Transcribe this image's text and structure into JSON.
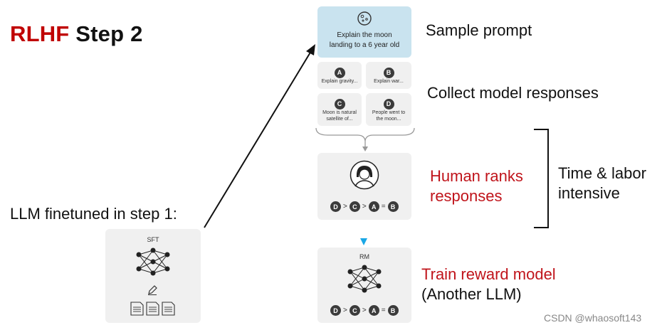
{
  "title": {
    "part1": "RLHF",
    "part2": "Step 2"
  },
  "labels": {
    "sample_prompt": "Sample prompt",
    "collect_responses": "Collect model responses",
    "human_ranks_line1": "Human ranks",
    "human_ranks_line2": "responses",
    "time_labor_line1": "Time & labor",
    "time_labor_line2": "intensive",
    "train_reward_line1": "Train reward model",
    "train_reward_line2": "(Another LLM)",
    "llm_finetuned": "LLM finetuned in step 1:"
  },
  "prompt_card": {
    "line1": "Explain the moon",
    "line2": "landing to a 6 year old"
  },
  "responses": [
    {
      "badge": "A",
      "line1": "Explain gravity...",
      "line2": ""
    },
    {
      "badge": "B",
      "line1": "Explain war...",
      "line2": ""
    },
    {
      "badge": "C",
      "line1": "Moon is natural",
      "line2": "satellite of..."
    },
    {
      "badge": "D",
      "line1": "People went to",
      "line2": "the moon..."
    }
  ],
  "ranking": {
    "b1": "D",
    "s1": ">",
    "b2": "C",
    "s2": ">",
    "b3": "A",
    "s3": "=",
    "b4": "B"
  },
  "sft_card": {
    "label": "SFT"
  },
  "rm_card": {
    "label": "RM"
  },
  "watermark": "CSDN @whaosoft143",
  "colors": {
    "accent_red": "#c00000",
    "prompt_blue": "#c9e3ef",
    "arrow_cyan": "#1aa7e6",
    "card_gray": "#f0f0f0"
  }
}
